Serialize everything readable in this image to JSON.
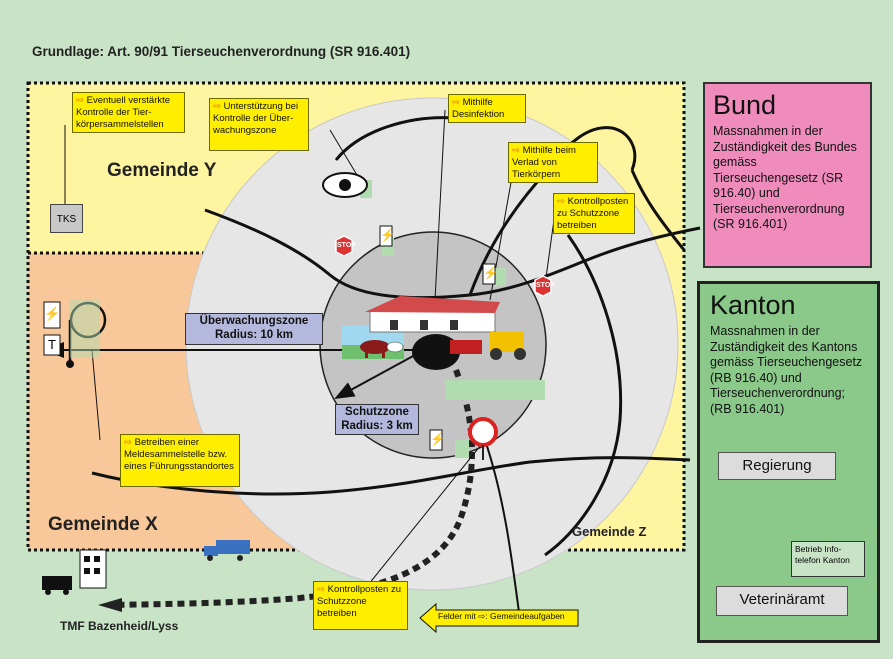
{
  "header": {
    "text": "Grundlage: Art. 90/91 Tierseuchenverordnung (SR 916.401)"
  },
  "municipalities": {
    "y": "Gemeinde Y",
    "x": "Gemeinde X",
    "z": "Gemeinde Z"
  },
  "zones": {
    "surveillance": {
      "line1": "Überwachungszone",
      "line2": "Radius: 10 km"
    },
    "protection": {
      "line1": "Schutzzone",
      "line2": "Radius: 3 km"
    }
  },
  "notes": {
    "arrow": "⇨",
    "kontrolle_tks": "Eventuell verstärkte Kontrolle der Tier-körpersammelstellen",
    "unterstuetzung": "Unterstützung bei Kontrolle der Über-wachungszone",
    "desinfektion": "Mithilfe Desinfektion",
    "verlad": "Mithilfe beim Verlad von Tierkörpern",
    "kontrollposten_1": "Kontrollposten zu Schutzzone betreiben",
    "meldesammelstelle": "Betreiben einer Meldesammelstelle bzw. eines Führungsstandortes",
    "kontrollposten_2": "Kontrollposten zu Schutzzone betreiben"
  },
  "legend_arrow": "Felder mit ⇨: Gemeindeaufgaben",
  "tks_label": "TKS",
  "tmf_label": "TMF Bazenheid/Lyss",
  "bund": {
    "title": "Bund",
    "text": "Massnahmen in der Zuständigkeit des Bundes gemäss Tierseuchengesetz (SR 916.40) und Tierseuchenverordnung (SR 916.401)"
  },
  "kanton": {
    "title": "Kanton",
    "text": "Massnahmen in der Zuständigkeit des Kantons gemäss Tierseuchengesetz (RB 916.40) und Tierseuchenverordnung; (RB 916.401)",
    "regierung": "Regierung",
    "veterinaeramt": "Veterinäramt",
    "info": "Betrieb Info-telefon Kanton"
  },
  "signs": {
    "stop": "STOP",
    "lightning": "⚡",
    "t_box": "T"
  },
  "colors": {
    "background": "#c8e3c6",
    "gemeinde_y": "#fff4a0",
    "gemeinde_x": "#f8c89a",
    "outer_circle": "#e6e6e6",
    "inner_circle": "#c4c4c4",
    "note_yellow": "#ffee00",
    "bund_pink": "#f08cbc",
    "kanton_green": "#8bc98a",
    "zone_label": "#b4b8dc"
  }
}
